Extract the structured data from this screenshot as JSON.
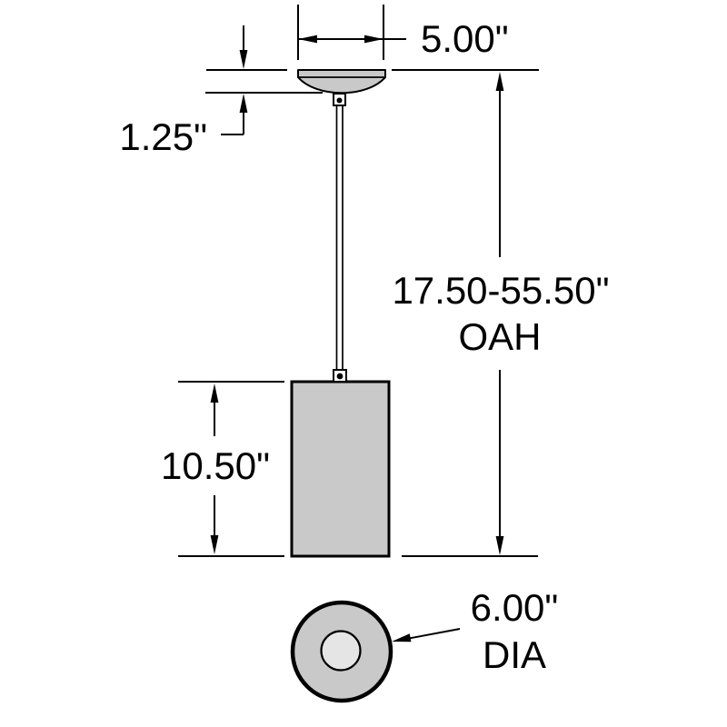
{
  "drawing": {
    "labels": {
      "canopy_width": "5.00\"",
      "canopy_drop": "1.25\"",
      "overall_height_range": "17.50-55.50\"",
      "overall_height_unit": "OAH",
      "shade_height": "10.50\"",
      "diameter_value": "6.00\"",
      "diameter_unit": "DIA"
    },
    "colors": {
      "stroke": "#000000",
      "metal_gray": "#c9c9c9",
      "lens_gray": "#e5e5e5",
      "background": "#ffffff"
    }
  }
}
